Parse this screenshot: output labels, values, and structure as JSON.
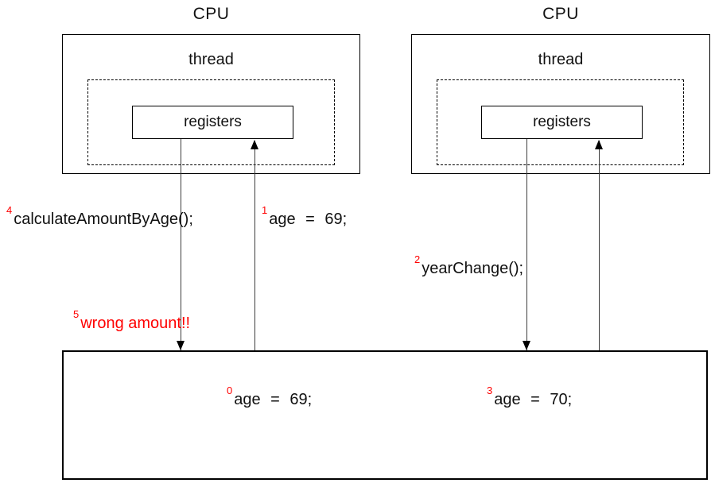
{
  "colors": {
    "annotation_red": "#ff0000",
    "box_border": "#000000",
    "arrow_line": "#3c3c3c",
    "background": "#ffffff"
  },
  "cpus": [
    {
      "title": "CPU",
      "thread_label": "thread",
      "registers_label": "registers"
    },
    {
      "title": "CPU",
      "thread_label": "thread",
      "registers_label": "registers"
    }
  ],
  "annotations": {
    "step0": {
      "num": "0",
      "text": "age = 69;"
    },
    "step1": {
      "num": "1",
      "text": "age = 69;"
    },
    "step2": {
      "num": "2",
      "text": "yearChange();"
    },
    "step3": {
      "num": "3",
      "text": "age = 70;"
    },
    "step4": {
      "num": "4",
      "text": "calculateAmountByAge();"
    },
    "step5": {
      "num": "5",
      "text": "wrong amount!!"
    }
  }
}
